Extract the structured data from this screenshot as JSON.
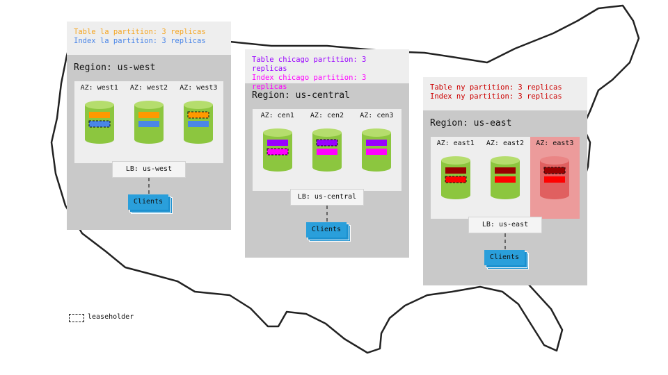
{
  "regions": [
    {
      "id": "us-west",
      "legend": [
        {
          "text": "Table la partition: 3 replicas",
          "color": "#f5a623"
        },
        {
          "text": "Index la partition: 3 replicas",
          "color": "#4a86e8"
        }
      ],
      "name": "Region: us-west",
      "azs": [
        {
          "label": "AZ: west1",
          "failed": false,
          "leaseholder": "index"
        },
        {
          "label": "AZ: west2",
          "failed": false,
          "leaseholder": "none"
        },
        {
          "label": "AZ: west3",
          "failed": false,
          "leaseholder": "table"
        }
      ],
      "lb": "LB: us-west",
      "clients": "Clients",
      "table_color": "#ff9900",
      "index_color": "#4a86e8"
    },
    {
      "id": "us-central",
      "legend": [
        {
          "text": "Table chicago partition: 3 replicas",
          "color": "#9900ff"
        },
        {
          "text": "Index chicago partition: 3 replicas",
          "color": "#ff00ff"
        }
      ],
      "name": "Region: us-central",
      "azs": [
        {
          "label": "AZ: cen1",
          "failed": false,
          "leaseholder": "index"
        },
        {
          "label": "AZ: cen2",
          "failed": false,
          "leaseholder": "table"
        },
        {
          "label": "AZ: cen3",
          "failed": false,
          "leaseholder": "none"
        }
      ],
      "lb": "LB: us-central",
      "clients": "Clients",
      "table_color": "#9900ff",
      "index_color": "#ff00ff"
    },
    {
      "id": "us-east",
      "legend": [
        {
          "text": "Table ny partition: 3 replicas",
          "color": "#cc0000"
        },
        {
          "text": "Index ny partition: 3 replicas",
          "color": "#cc0000"
        }
      ],
      "name": "Region: us-east",
      "azs": [
        {
          "label": "AZ: east1",
          "failed": false,
          "leaseholder": "index"
        },
        {
          "label": "AZ: east2",
          "failed": false,
          "leaseholder": "none"
        },
        {
          "label": "AZ: east3",
          "failed": true,
          "leaseholder": "table"
        }
      ],
      "lb": "LB: us-east",
      "clients": "Clients",
      "table_color": "#990000",
      "index_color": "#ff0000"
    }
  ],
  "legend": {
    "leaseholder": "leaseholder"
  },
  "colors": {
    "node_green": "#8cc63f",
    "node_green_top": "#b5dd6d",
    "node_failed": "#e06060",
    "node_failed_top": "#ea8585",
    "clients_blue": "#2a9fdb",
    "map_outline": "#222222"
  }
}
